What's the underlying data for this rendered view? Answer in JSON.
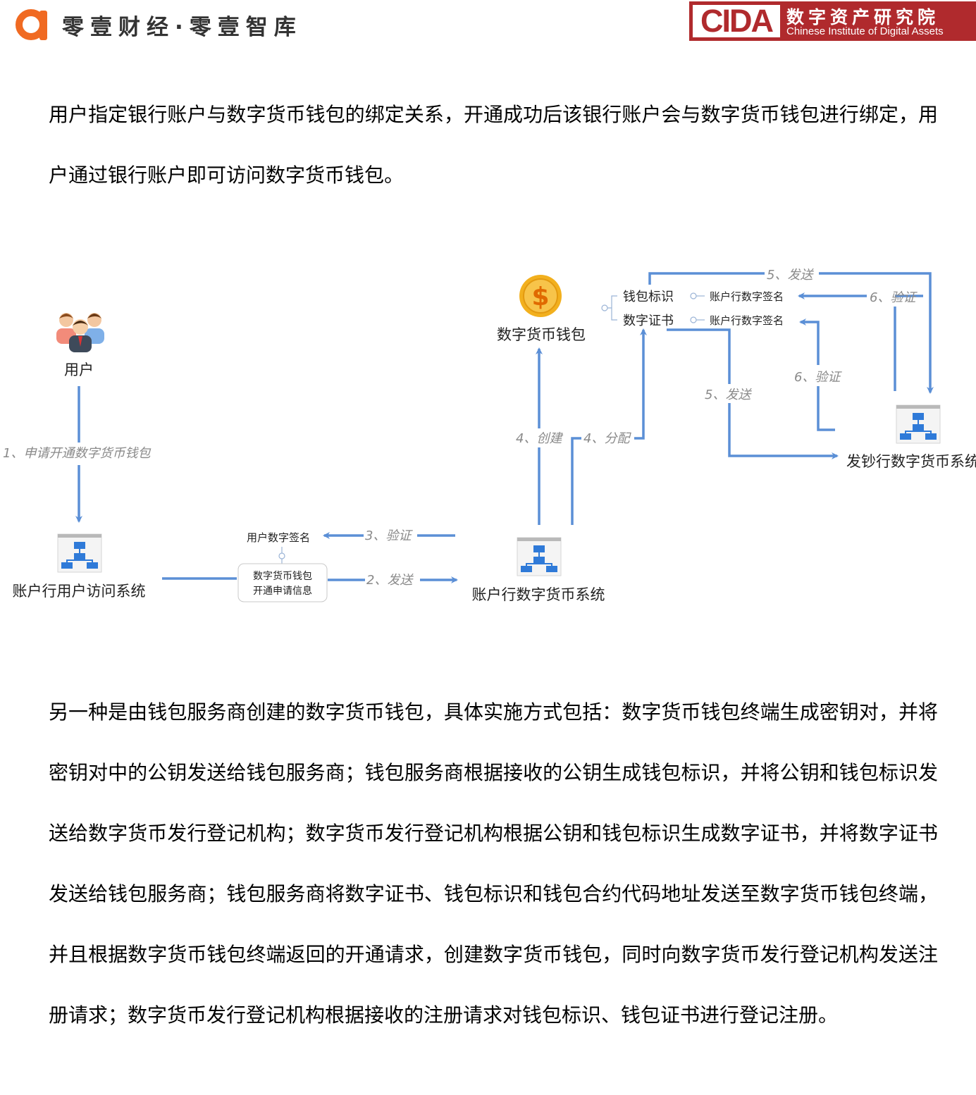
{
  "header": {
    "left_brand": "零壹财经·零壹智库",
    "right_logo_abbr": "CIDA",
    "right_logo_cn": "数字资产研究院",
    "right_logo_en": "Chinese Institute of Digital Assets"
  },
  "paragraph_1": "用户指定银行账户与数字货币钱包的绑定关系，开通成功后该银行账户会与数字货币钱包进行绑定，用户通过银行账户即可访问数字货币钱包。",
  "diagram": {
    "nodes": {
      "user": "用户",
      "bank_access_system": "账户行用户访问系统",
      "bank_currency_system": "账户行数字货币系统",
      "wallet": "数字货币钱包",
      "issuer_system": "发钞行数字货币系统",
      "wallet_id": "钱包标识",
      "digital_cert": "数字证书",
      "bank_sig_1": "账户行数字签名",
      "bank_sig_2": "账户行数字签名",
      "user_sig": "用户数字签名",
      "apply_info_line1": "数字货币钱包",
      "apply_info_line2": "开通申请信息"
    },
    "edge_labels": {
      "step1": "1、申请开通数字货币钱包",
      "step2": "2、发送",
      "step3": "3、验证",
      "step4_create": "4、创建",
      "step4_assign": "4、分配",
      "step5_top": "5、发送",
      "step5_mid": "5、发送",
      "step6_top": "6、验证",
      "step6_mid": "6、验证"
    },
    "colors": {
      "arrow": "#5b8fd6",
      "label_gray": "#8a8a8a",
      "icon_blue": "#2f7ad8",
      "coin_gold": "#f2b01e"
    }
  },
  "paragraph_2": "另一种是由钱包服务商创建的数字货币钱包，具体实施方式包括：数字货币钱包终端生成密钥对，并将密钥对中的公钥发送给钱包服务商；钱包服务商根据接收的公钥生成钱包标识，并将公钥和钱包标识发送给数字货币发行登记机构；数字货币发行登记机构根据公钥和钱包标识生成数字证书，并将数字证书发送给钱包服务商；钱包服务商将数字证书、钱包标识和钱包合约代码地址发送至数字货币钱包终端，并且根据数字货币钱包终端返回的开通请求，创建数字货币钱包，同时向数字货币发行登记机构发送注册请求；数字货币发行登记机构根据接收的注册请求对钱包标识、钱包证书进行登记注册。"
}
